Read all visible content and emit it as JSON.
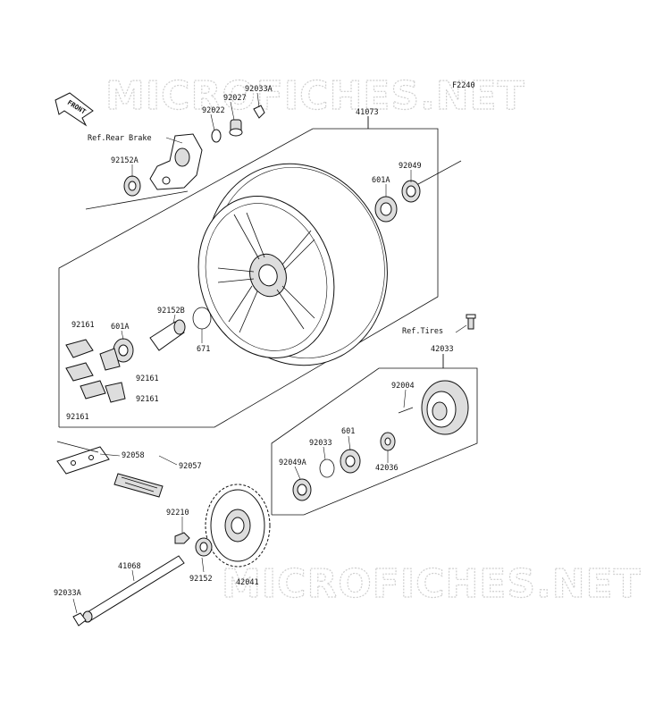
{
  "watermarks": [
    "MICROFICHES.NET",
    "MICROFICHES.NET"
  ],
  "figure_code": "F2240",
  "front_marker": "FRONT",
  "refs": {
    "rear_brake": "Ref.Rear Brake",
    "tires": "Ref.Tires"
  },
  "part_labels": [
    {
      "id": "p41073",
      "text": "41073"
    },
    {
      "id": "p92033a_top",
      "text": "92033A"
    },
    {
      "id": "p92027",
      "text": "92027"
    },
    {
      "id": "p92022",
      "text": "92022"
    },
    {
      "id": "p92152a",
      "text": "92152A"
    },
    {
      "id": "p92049",
      "text": "92049"
    },
    {
      "id": "p601a_right",
      "text": "601A"
    },
    {
      "id": "p92152b",
      "text": "92152B"
    },
    {
      "id": "p601a_left",
      "text": "601A"
    },
    {
      "id": "p671",
      "text": "671"
    },
    {
      "id": "p92161_a",
      "text": "92161"
    },
    {
      "id": "p92161_b",
      "text": "92161"
    },
    {
      "id": "p92161_c",
      "text": "92161"
    },
    {
      "id": "p92161_d",
      "text": "92161"
    },
    {
      "id": "p42033",
      "text": "42033"
    },
    {
      "id": "p92004",
      "text": "92004"
    },
    {
      "id": "p92058",
      "text": "92058"
    },
    {
      "id": "p92057",
      "text": "92057"
    },
    {
      "id": "p92033",
      "text": "92033"
    },
    {
      "id": "p601",
      "text": "601"
    },
    {
      "id": "p92049a",
      "text": "92049A"
    },
    {
      "id": "p42036",
      "text": "42036"
    },
    {
      "id": "p92210",
      "text": "92210"
    },
    {
      "id": "p41068",
      "text": "41068"
    },
    {
      "id": "p92152",
      "text": "92152"
    },
    {
      "id": "p42041",
      "text": "42041"
    },
    {
      "id": "p92033a_bottom",
      "text": "92033A"
    }
  ]
}
